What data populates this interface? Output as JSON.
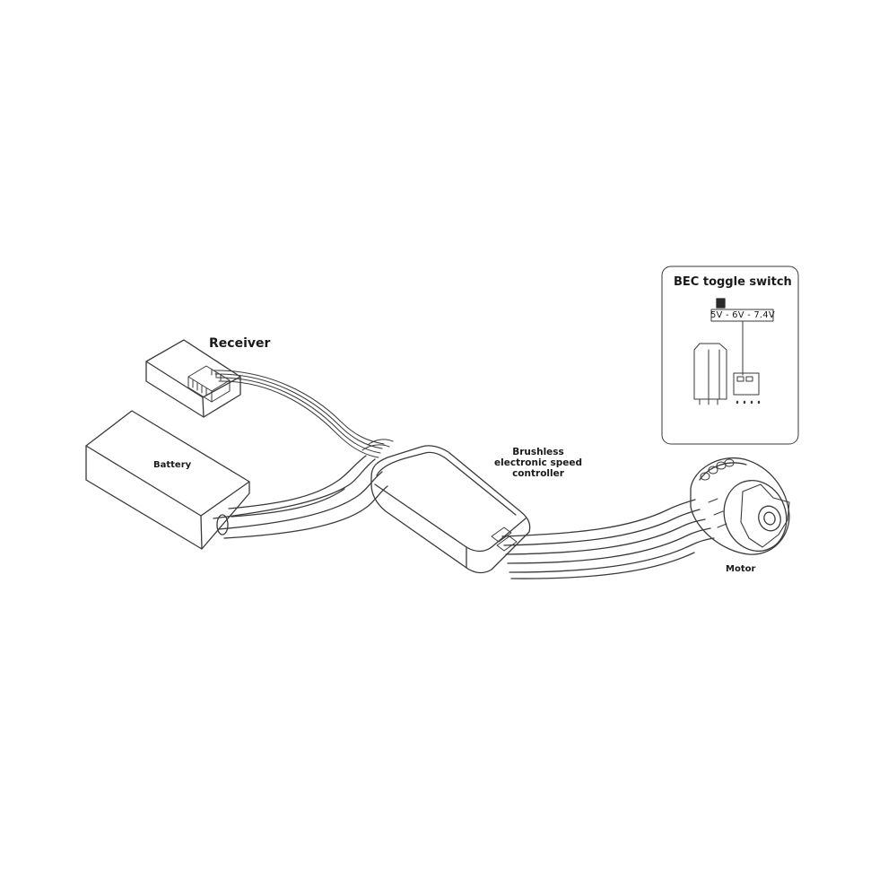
{
  "labels": {
    "receiver": "Receiver",
    "battery": "Battery",
    "esc_line1": "Brushless",
    "esc_line2": "electronic speed",
    "esc_line3": "controller",
    "motor": "Motor",
    "bec_title": "BEC toggle switch",
    "bec_voltages": "5V - 6V - 7.4V"
  },
  "colors": {
    "stroke": "#3a3a3a",
    "background": "#ffffff"
  }
}
